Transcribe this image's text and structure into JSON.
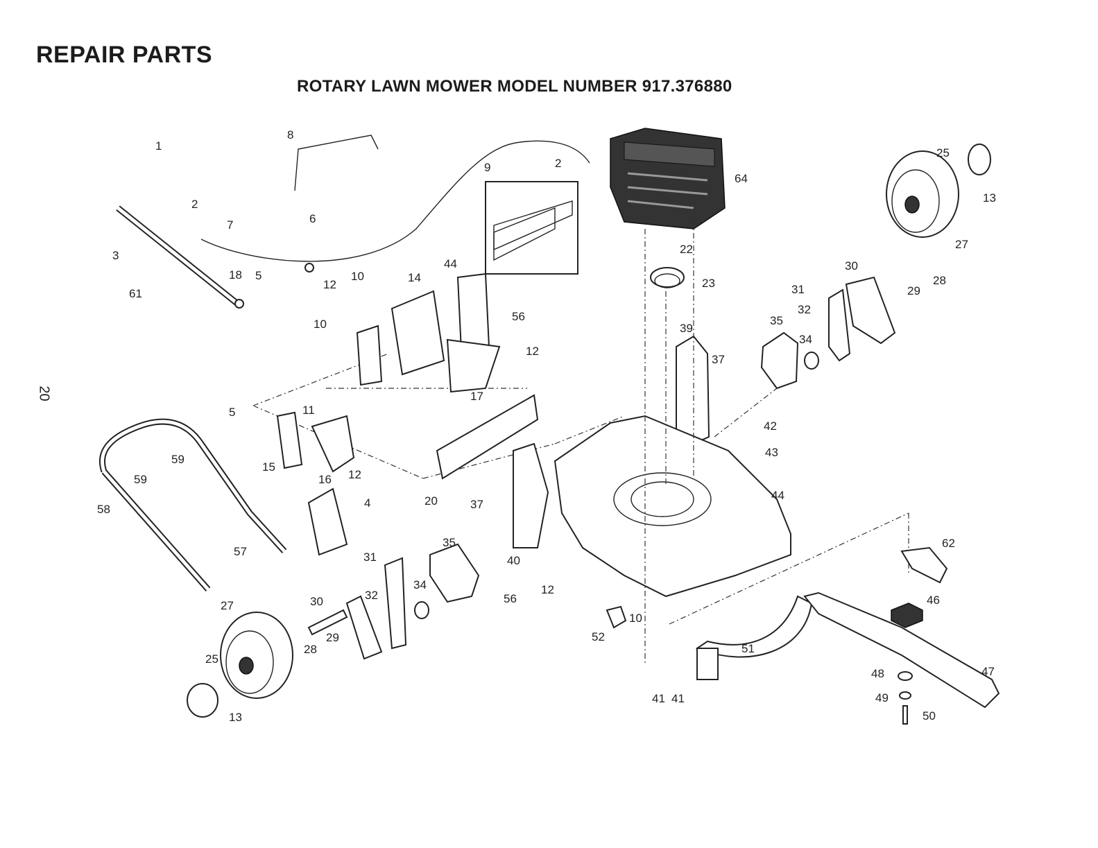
{
  "header": {
    "title": "REPAIR PARTS",
    "subtitle": "ROTARY LAWN MOWER MODEL NUMBER 917.376880",
    "page_number": "20"
  },
  "diagram": {
    "labels": [
      "1",
      "2",
      "3",
      "7",
      "6",
      "18",
      "5",
      "61",
      "8",
      "2",
      "9",
      "64",
      "25",
      "13",
      "27",
      "44",
      "14",
      "10",
      "12",
      "56",
      "10",
      "12",
      "17",
      "22",
      "23",
      "30",
      "31",
      "32",
      "28",
      "29",
      "35",
      "34",
      "39",
      "37",
      "11",
      "15",
      "16",
      "12",
      "5",
      "59",
      "59",
      "58",
      "4",
      "20",
      "37",
      "40",
      "35",
      "31",
      "32",
      "34",
      "56",
      "12",
      "42",
      "43",
      "44",
      "62",
      "46",
      "57",
      "27",
      "30",
      "29",
      "28",
      "25",
      "13",
      "52",
      "10",
      "51",
      "41",
      "41",
      "48",
      "47",
      "49",
      "50"
    ]
  }
}
